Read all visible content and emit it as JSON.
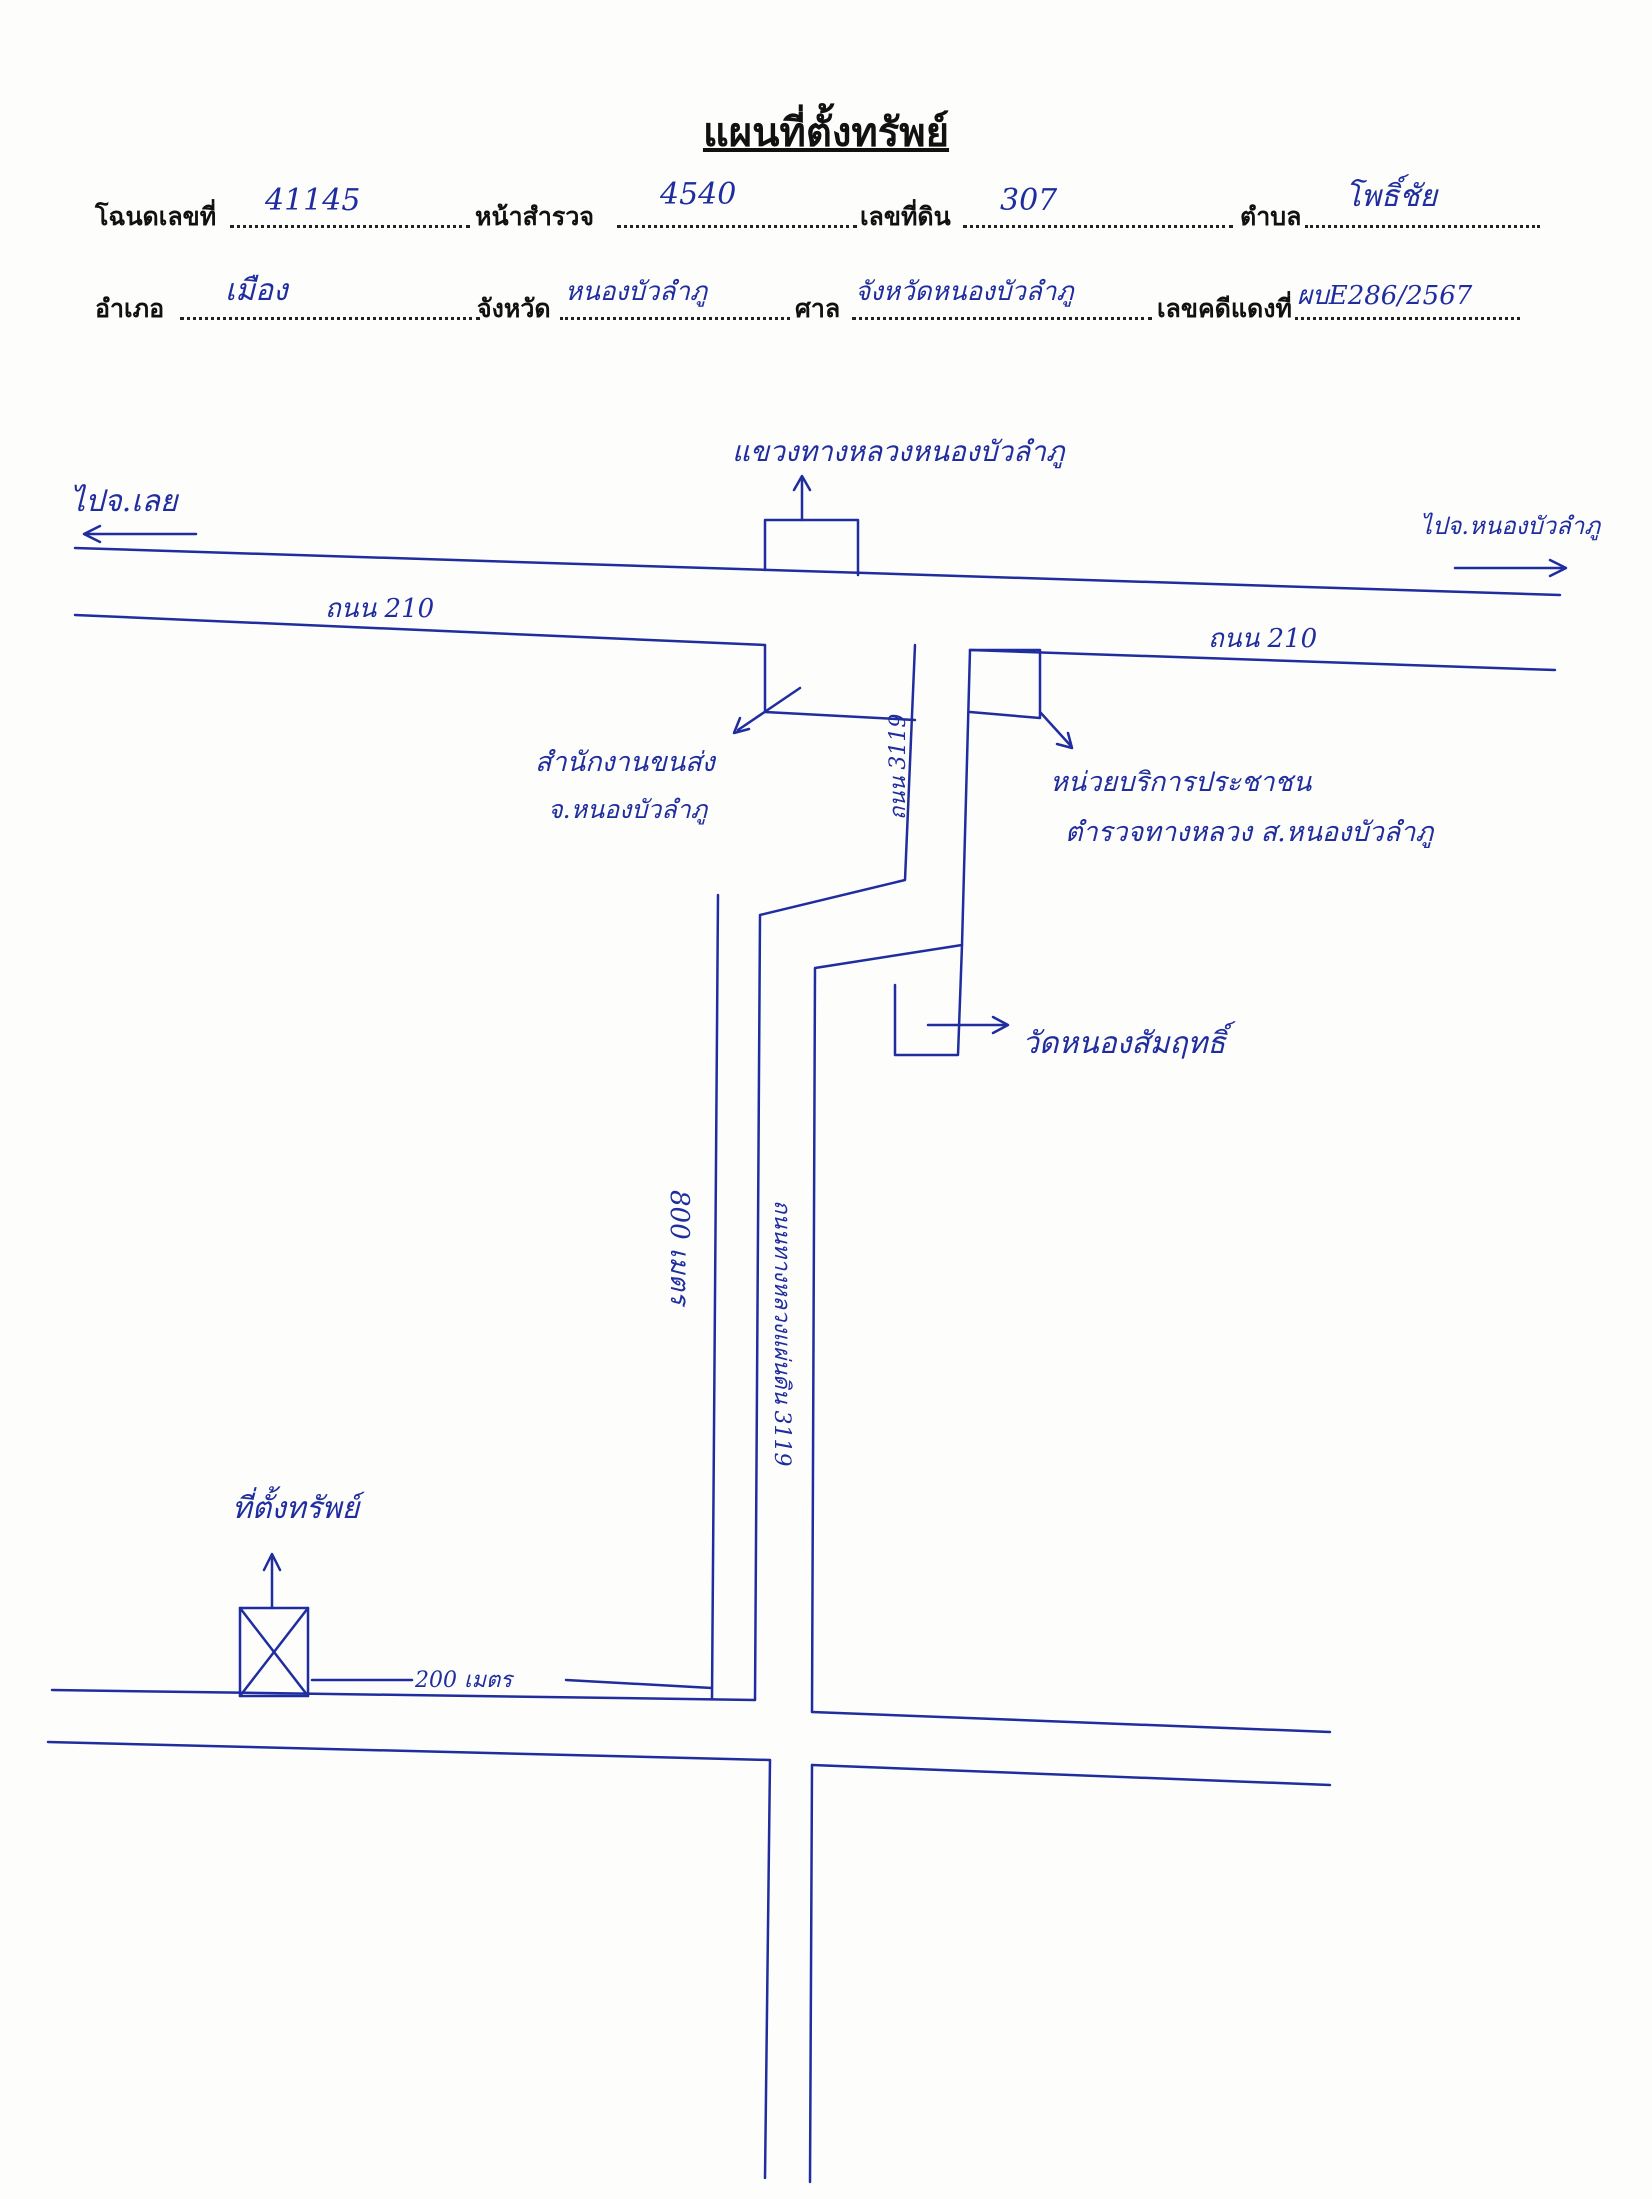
{
  "document": {
    "title": "แผนที่ตั้งทรัพย์",
    "fields": {
      "deed_label": "โฉนดเลขที่",
      "deed_value": "41145",
      "survey_page_label": "หน้าสำรวจ",
      "survey_page_value": "4540",
      "land_no_label": "เลขที่ดิน",
      "land_no_value": "307",
      "subdistrict_label": "ตำบล",
      "subdistrict_value": "โพธิ์ชัย",
      "district_label": "อำเภอ",
      "district_value": "เมือง",
      "province_label": "จังหวัด",
      "province_value": "หนองบัวลำภู",
      "court_label": "ศาล",
      "court_value": "จังหวัดหนองบัวลำภู",
      "case_no_label": "เลขคดีแดงที่",
      "case_no_value": "ผบE286/2567"
    }
  },
  "map": {
    "labels": {
      "north_office": "แขวงทางหลวงหนองบัวลำภู",
      "to_west": "ไปจ.เลย",
      "to_east": "ไปจ.หนองบัวลำภู",
      "road_210_west": "ถนน 210",
      "road_210_east": "ถนน 210",
      "transport_office_line1": "สำนักงานขนส่ง",
      "transport_office_line2": "จ.หนองบัวลำภู",
      "service_unit_line1": "หน่วยบริการประชาชน",
      "service_unit_line2": "ตำรวจทางหลวง ส.หนองบัวลำภู",
      "road_3119_upper": "ถนน 3119",
      "temple": "วัดหนองสัมฤทธิ์",
      "distance_vertical": "800 เมตร",
      "road_3119_lower": "ถนนทางหลวงแผ่นดิน 3119",
      "property_location": "ที่ตั้งทรัพย์",
      "distance_horizontal": "200 เมตร"
    },
    "colors": {
      "ink": "#1f2d9e",
      "paper": "#fdfdfc"
    }
  }
}
